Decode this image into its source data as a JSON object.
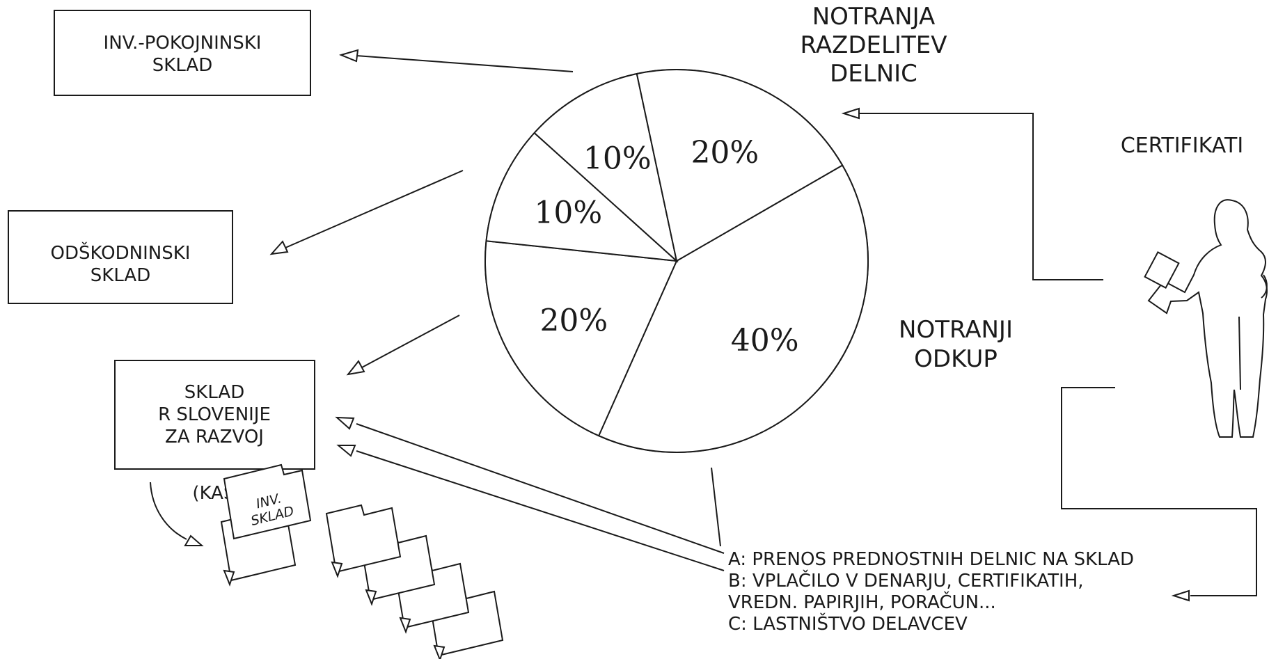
{
  "pie": {
    "slices": [
      {
        "label": "40%",
        "value": 40
      },
      {
        "label": "20%",
        "value": 20
      },
      {
        "label": "10%",
        "value": 10
      },
      {
        "label": "10%",
        "value": 10
      },
      {
        "label": "20%",
        "value": 20
      }
    ]
  },
  "labels": {
    "notranja": [
      "NOTRANJA",
      "RAZDELITEV",
      "DELNIC"
    ],
    "notranji": [
      "NOTRANJI",
      "ODKUP"
    ],
    "certifikati": "CERTIFIKATI",
    "kasneje": "(KASNEJE)",
    "folder_text": [
      "INV.",
      "SKLAD"
    ]
  },
  "boxes": {
    "pokojninski": [
      "INV.-POKOJNINSKI",
      "SKLAD"
    ],
    "odskodninski": [
      "ODŠKODNINSKI",
      "SKLAD"
    ],
    "razvoj": [
      "SKLAD",
      "R SLOVENIJE",
      "ZA RAZVOJ"
    ]
  },
  "legend": [
    "A: PRENOS PREDNOSTNIH DELNIC NA SKLAD",
    "B: VPLAČILO V DENARJU, CERTIFIKATIH,",
    "VREDN. PAPIRJIH, PORAČUN...",
    "C: LASTNIŠTVO DELAVCEV"
  ]
}
